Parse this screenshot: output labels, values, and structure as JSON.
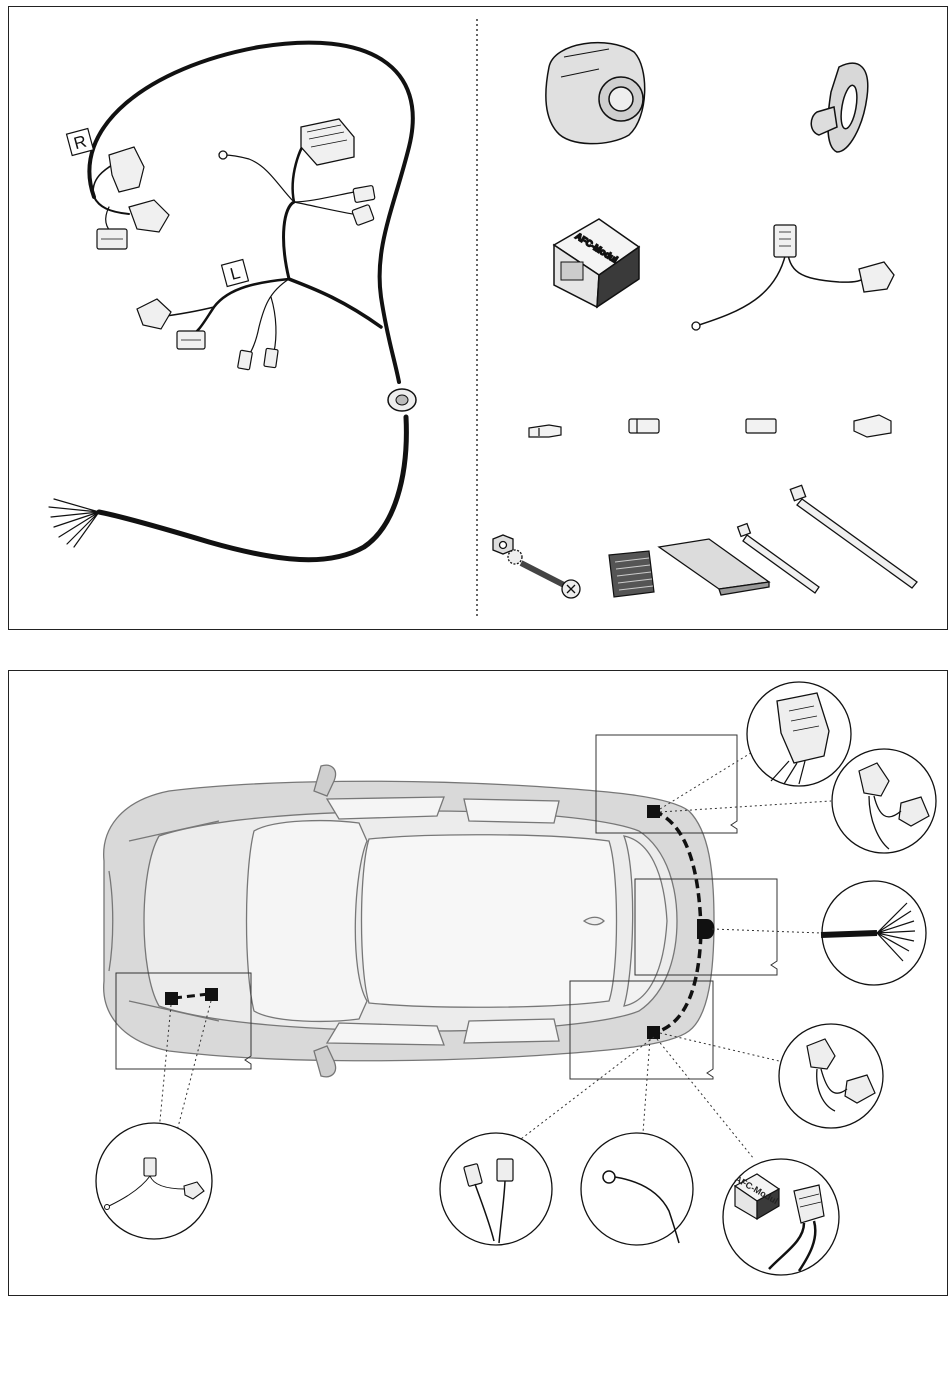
{
  "harness": {
    "label_right": "R",
    "label_left": "L"
  },
  "module": {
    "label": "AFC-Modul"
  },
  "colors": {
    "line": "#111111",
    "car_body": "#d9d9d9",
    "car_glass": "#f2f2f2",
    "part_fill": "#e8e8e8",
    "dark_fill": "#555555"
  },
  "icons": [
    "trailer-socket-icon",
    "socket-gasket-icon",
    "afc-module-icon",
    "adapter-cable-icon",
    "flat-terminal-icon",
    "connector-housing-icon",
    "nut-bolt-icon",
    "velcro-pad-icon",
    "foam-pad-icon",
    "cable-tie-icon"
  ]
}
